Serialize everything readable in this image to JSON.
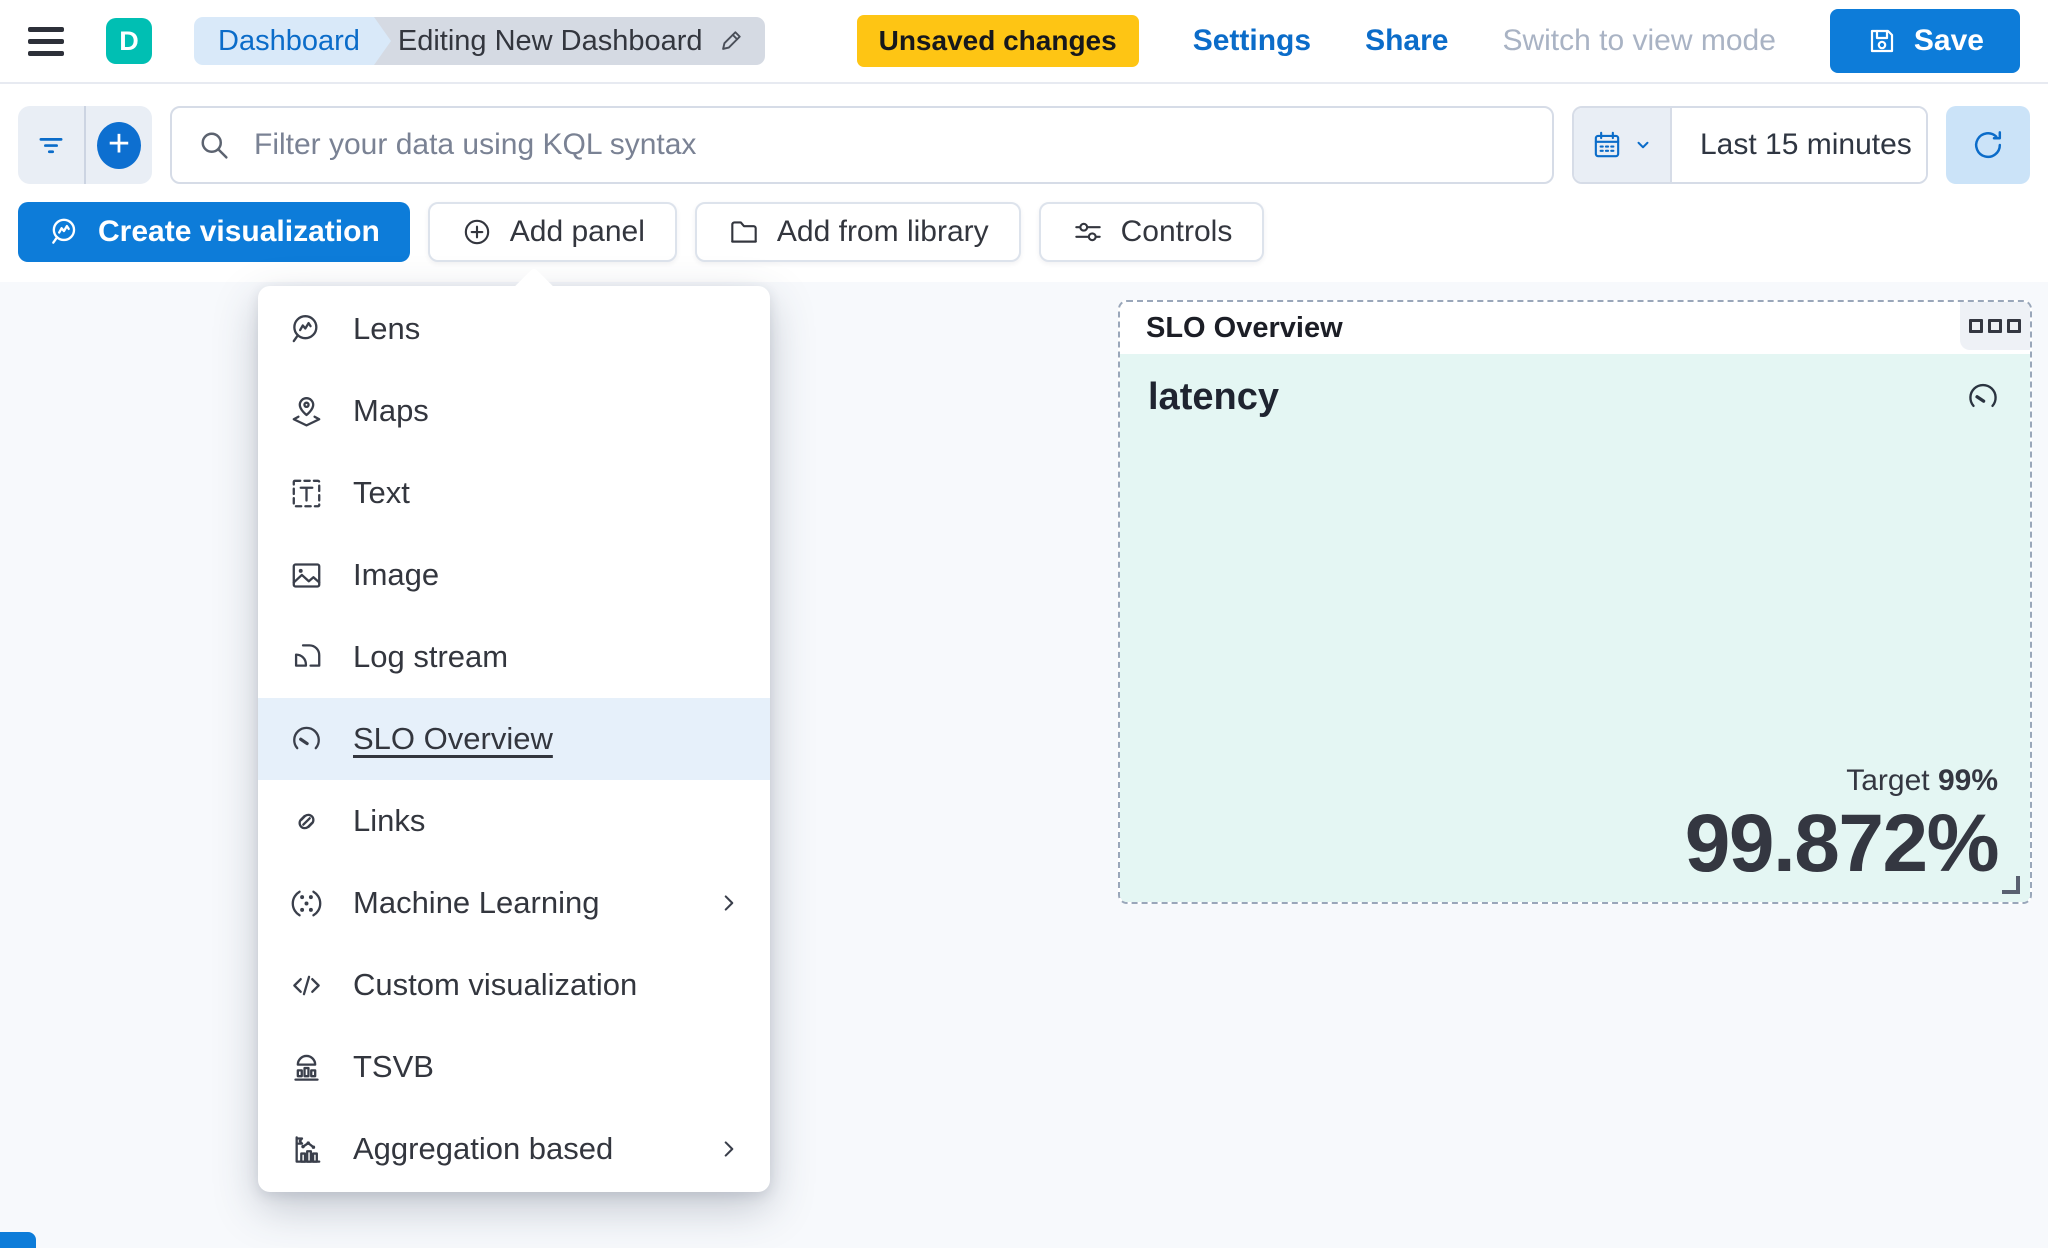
{
  "colors": {
    "accent_fill_blue": "#0d7cd9",
    "link_blue": "#0b6cc9",
    "warning_yellow": "#fec514",
    "avatar_teal": "#00bfb3",
    "panel_mint": "#e4f6f3",
    "menu_highlight": "#e6f0fa",
    "text_dark": "#343741"
  },
  "header": {
    "avatar_initial": "D",
    "breadcrumb_root": "Dashboard",
    "breadcrumb_current": "Editing New Dashboard",
    "unsaved_badge": "Unsaved changes",
    "settings_label": "Settings",
    "share_label": "Share",
    "view_mode_label": "Switch to view mode",
    "save_label": "Save"
  },
  "filter_bar": {
    "search_placeholder": "Filter your data using KQL syntax",
    "time_range": "Last 15 minutes"
  },
  "toolbar": {
    "create_viz_label": "Create visualization",
    "add_panel_label": "Add panel",
    "add_library_label": "Add from library",
    "controls_label": "Controls"
  },
  "add_panel_menu": {
    "items": [
      {
        "label": "Lens",
        "icon": "lens-icon",
        "has_submenu": false,
        "selected": false
      },
      {
        "label": "Maps",
        "icon": "maps-icon",
        "has_submenu": false,
        "selected": false
      },
      {
        "label": "Text",
        "icon": "text-icon",
        "has_submenu": false,
        "selected": false
      },
      {
        "label": "Image",
        "icon": "image-icon",
        "has_submenu": false,
        "selected": false
      },
      {
        "label": "Log stream",
        "icon": "log-stream-icon",
        "has_submenu": false,
        "selected": false
      },
      {
        "label": "SLO Overview",
        "icon": "gauge-icon",
        "has_submenu": false,
        "selected": true
      },
      {
        "label": "Links",
        "icon": "link-icon",
        "has_submenu": false,
        "selected": false
      },
      {
        "label": "Machine Learning",
        "icon": "machine-learning-icon",
        "has_submenu": true,
        "selected": false
      },
      {
        "label": "Custom visualization",
        "icon": "code-icon",
        "has_submenu": false,
        "selected": false
      },
      {
        "label": "TSVB",
        "icon": "tsvb-icon",
        "has_submenu": false,
        "selected": false
      },
      {
        "label": "Aggregation based",
        "icon": "aggregation-icon",
        "has_submenu": true,
        "selected": false
      }
    ]
  },
  "slo_panel": {
    "title": "SLO Overview",
    "metric_name": "latency",
    "target_label": "Target",
    "target_value": "99%",
    "value": "99.872%"
  }
}
